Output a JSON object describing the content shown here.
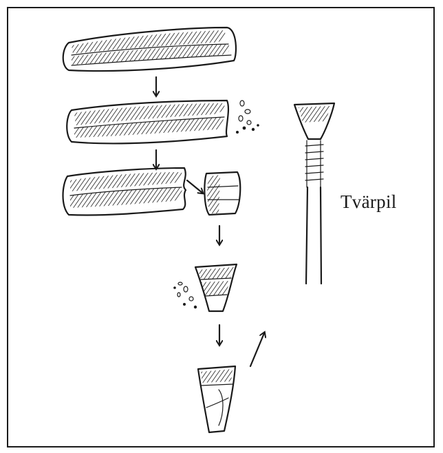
{
  "figure": {
    "label": "Tvärpil",
    "ink_color": "#1a1a1a",
    "background": "#ffffff",
    "stages": [
      {
        "name": "whole-blade"
      },
      {
        "name": "blade-with-broken-end"
      },
      {
        "name": "blade-snapped-segment"
      },
      {
        "name": "trimmed-segment"
      },
      {
        "name": "finished-transverse-arrowhead"
      }
    ],
    "arrows": [
      "down",
      "down",
      "right-down",
      "down",
      "down",
      "up-right"
    ],
    "icons": [
      "arrow-down-icon",
      "arrow-diagonal-icon",
      "debris-dots-icon"
    ]
  }
}
